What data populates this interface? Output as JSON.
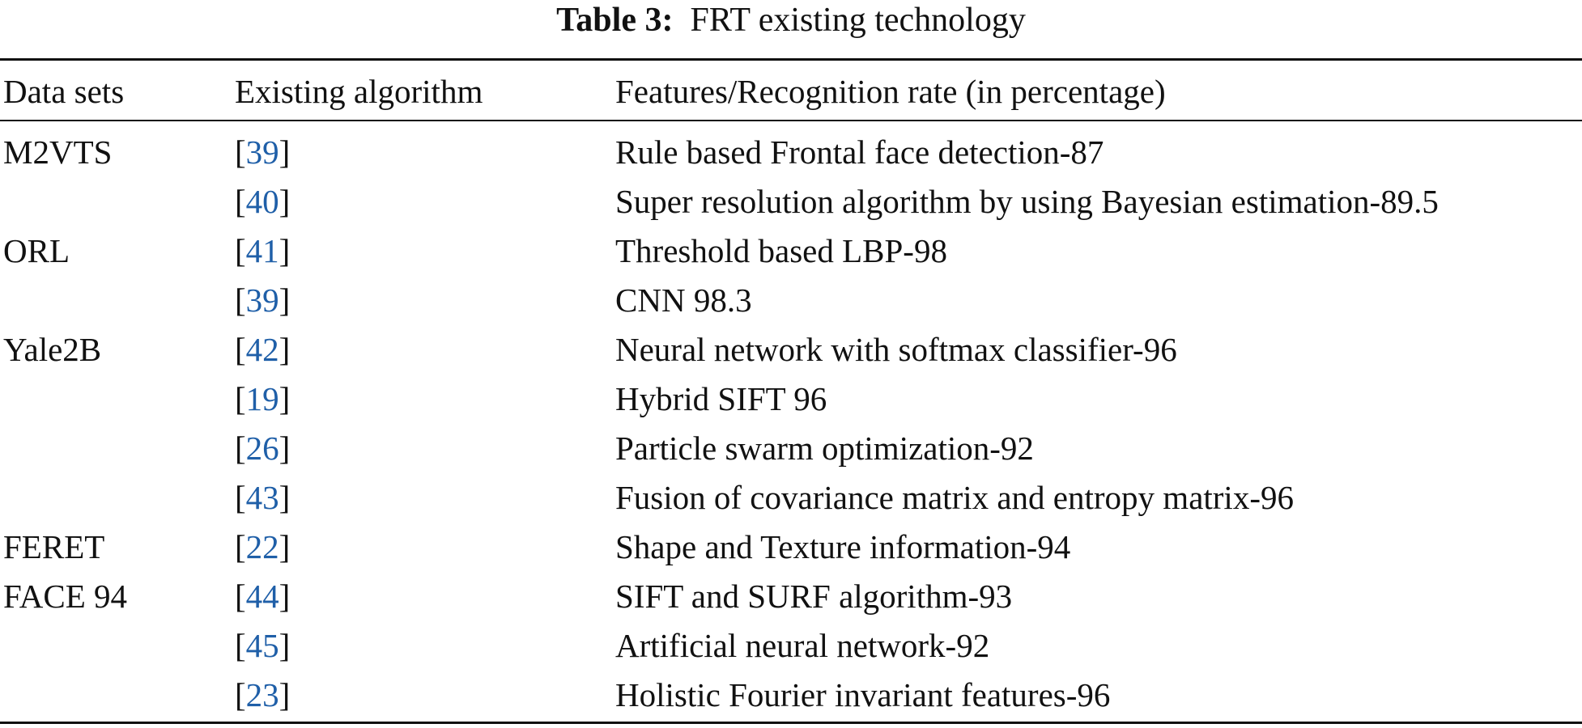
{
  "caption": {
    "label": "Table 3:",
    "title": "FRT existing technology"
  },
  "table": {
    "columns": [
      "Data sets",
      "Existing algorithm",
      "Features/Recognition rate (in percentage)"
    ],
    "rows": [
      {
        "dataset": "M2VTS",
        "ref": "39",
        "feature": "Rule based Frontal face detection-87"
      },
      {
        "dataset": "",
        "ref": "40",
        "feature": "Super resolution algorithm by using Bayesian estimation-89.5"
      },
      {
        "dataset": "ORL",
        "ref": "41",
        "feature": "Threshold based LBP-98"
      },
      {
        "dataset": "",
        "ref": "39",
        "feature": "CNN 98.3"
      },
      {
        "dataset": "Yale2B",
        "ref": "42",
        "feature": "Neural network with softmax classifier-96"
      },
      {
        "dataset": "",
        "ref": "19",
        "feature": "Hybrid SIFT 96"
      },
      {
        "dataset": "",
        "ref": "26",
        "feature": "Particle swarm optimization-92"
      },
      {
        "dataset": "",
        "ref": "43",
        "feature": "Fusion of covariance matrix and entropy matrix-96"
      },
      {
        "dataset": "FERET",
        "ref": "22",
        "feature": "Shape and Texture information-94"
      },
      {
        "dataset": "FACE 94",
        "ref": "44",
        "feature": "SIFT and SURF algorithm-93"
      },
      {
        "dataset": "",
        "ref": "45",
        "feature": "Artificial neural network-92"
      },
      {
        "dataset": "",
        "ref": "23",
        "feature": "Holistic Fourier invariant features-96"
      }
    ]
  },
  "colors": {
    "text": "#111111",
    "citation": "#1f5fa8"
  }
}
